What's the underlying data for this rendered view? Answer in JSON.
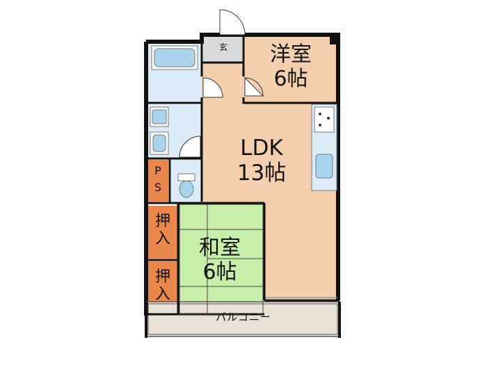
{
  "rooms": {
    "western": {
      "name": "洋室",
      "size": "6帖"
    },
    "ldk": {
      "name": "LDK",
      "size": "13帖"
    },
    "japanese": {
      "name": "和室",
      "size": "6帖"
    },
    "entrance": "玄",
    "ps": {
      "line1": "P",
      "line2": "S"
    },
    "closet_upper": {
      "line1": "押",
      "line2": "入"
    },
    "closet_lower": {
      "line1": "押",
      "line2": "入"
    },
    "balcony": "バルコニー"
  },
  "colors": {
    "wood_floor": "#f3cfae",
    "tatami": "#c7efa9",
    "closet": "#e9874c",
    "wet_area": "#dbecf7",
    "fixture": "#a9d4ee",
    "entrance": "#d9d9d9",
    "balcony": "#e9e0d5",
    "wall": "#111111"
  }
}
